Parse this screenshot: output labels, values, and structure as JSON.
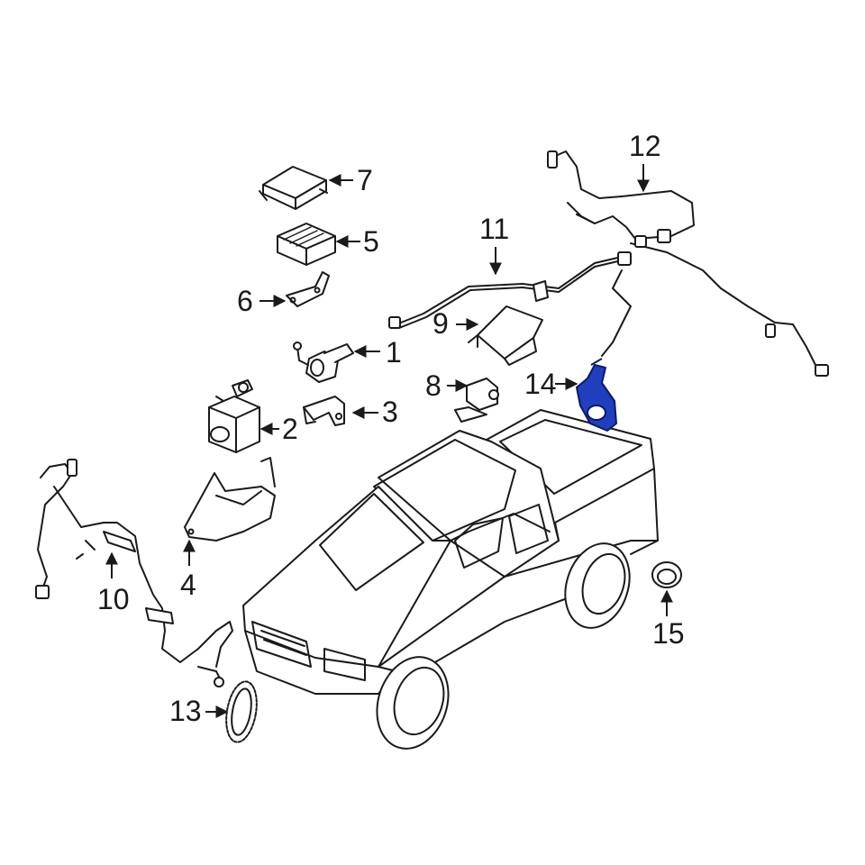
{
  "diagram": {
    "highlight_color": "#1f3fbf",
    "highlighted_part": "14",
    "callouts": [
      {
        "id": "c1",
        "label": "1"
      },
      {
        "id": "c2",
        "label": "2"
      },
      {
        "id": "c3",
        "label": "3"
      },
      {
        "id": "c4",
        "label": "4"
      },
      {
        "id": "c5",
        "label": "5"
      },
      {
        "id": "c6",
        "label": "6"
      },
      {
        "id": "c7",
        "label": "7"
      },
      {
        "id": "c8",
        "label": "8"
      },
      {
        "id": "c9",
        "label": "9"
      },
      {
        "id": "c10",
        "label": "10"
      },
      {
        "id": "c11",
        "label": "11"
      },
      {
        "id": "c12",
        "label": "12"
      },
      {
        "id": "c13",
        "label": "13"
      },
      {
        "id": "c14",
        "label": "14"
      },
      {
        "id": "c15",
        "label": "15"
      }
    ]
  }
}
